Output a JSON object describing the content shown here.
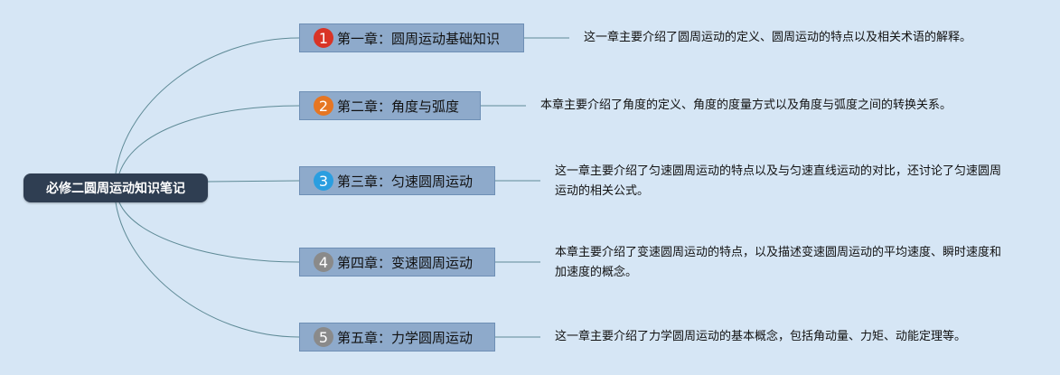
{
  "root": {
    "label": "必修二圆周运动知识笔记"
  },
  "chapters": [
    {
      "num": "1",
      "title": "第一章：圆周运动基础知识",
      "badge_color": "#d93426",
      "desc": "这一章主要介绍了圆周运动的定义、圆周运动的特点以及相关术语的解释。"
    },
    {
      "num": "2",
      "title": "第二章：角度与弧度",
      "badge_color": "#e67623",
      "desc": "本章主要介绍了角度的定义、角度的度量方式以及角度与弧度之间的转换关系。"
    },
    {
      "num": "3",
      "title": "第三章：匀速圆周运动",
      "badge_color": "#2a9ee0",
      "desc": "这一章主要介绍了匀速圆周运动的特点以及与匀速直线运动的对比，还讨论了匀速圆周运动的相关公式。"
    },
    {
      "num": "4",
      "title": "第四章：变速圆周运动",
      "badge_color": "#8a8a8a",
      "desc": "本章主要介绍了变速圆周运动的特点，以及描述变速圆周运动的平均速度、瞬时速度和加速度的概念。"
    },
    {
      "num": "5",
      "title": "第五章：力学圆周运动",
      "badge_color": "#8a8a8a",
      "desc": "这一章主要介绍了力学圆周运动的基本概念，包括角动量、力矩、动能定理等。"
    }
  ],
  "colors": {
    "line": "#5e8a96",
    "root_bg": "#2f3e52",
    "node_bg": "#8eaacb"
  }
}
